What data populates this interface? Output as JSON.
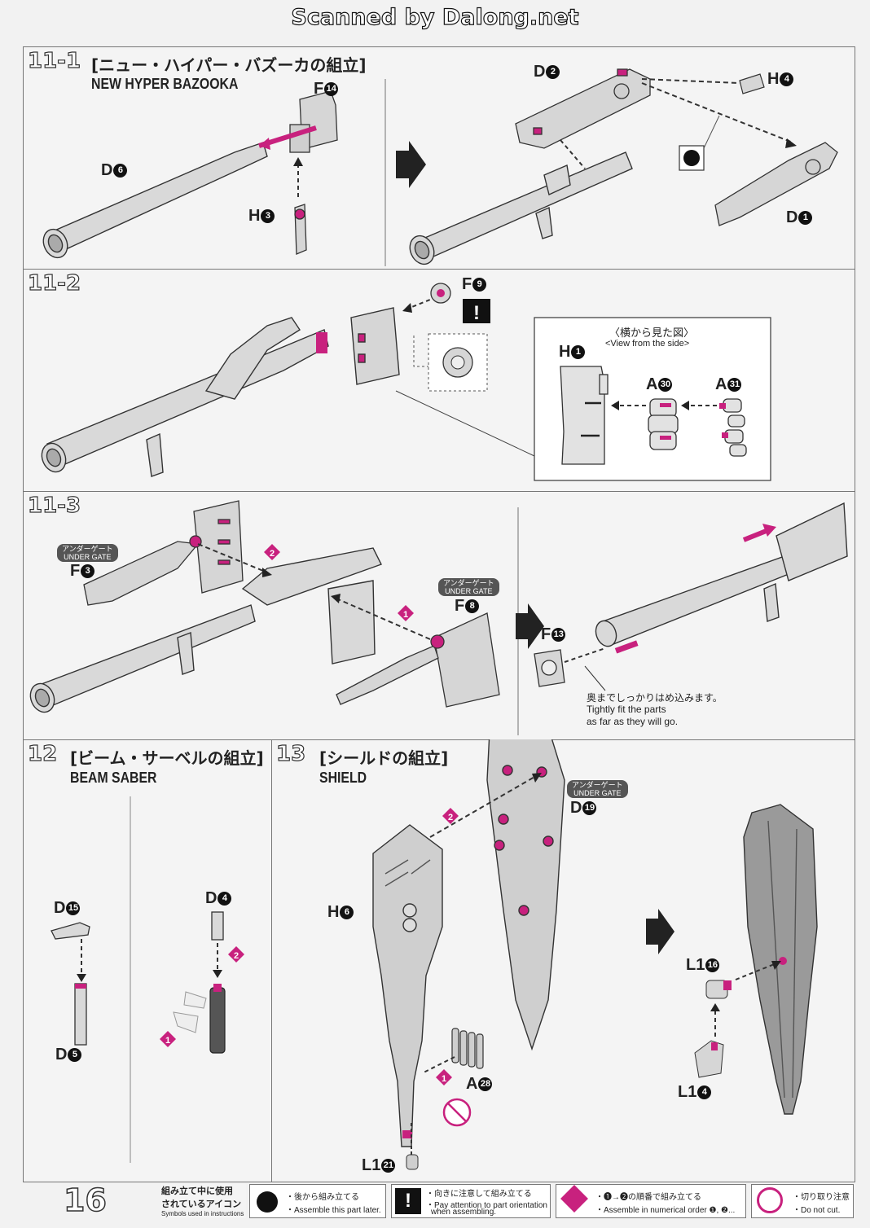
{
  "watermark": "Scanned by Dalong.net",
  "step11_1": {
    "number": "11-1",
    "title_jp": "[ニュー・ハイパー・バズーカの組立]",
    "title_en": "NEW HYPER BAZOOKA",
    "parts": {
      "f14": "F",
      "d6": "D",
      "h3": "H",
      "d2": "D",
      "h4": "H",
      "d1": "D"
    },
    "nums": {
      "f14": "14",
      "d6": "6",
      "h3": "3",
      "d2": "2",
      "h4": "4",
      "d1": "1"
    }
  },
  "step11_2": {
    "number": "11-2",
    "parts": {
      "f9": "F",
      "h1": "H",
      "a30": "A",
      "a31": "A"
    },
    "nums": {
      "f9": "9",
      "h1": "1",
      "a30": "30",
      "a31": "31"
    },
    "side_view_jp": "〈横から見た図〉",
    "side_view_en": "<View from the side>"
  },
  "step11_3": {
    "number": "11-3",
    "under_gate_jp": "アンダーゲート",
    "under_gate_en": "UNDER GATE",
    "parts": {
      "f3": "F",
      "f8": "F",
      "f13": "F"
    },
    "nums": {
      "f3": "3",
      "f8": "8",
      "f13": "13",
      "order1": "1",
      "order2": "2"
    },
    "note_jp": "奥までしっかりはめ込みます。",
    "note_en1": "Tightly fit the parts",
    "note_en2": "as far as they will go."
  },
  "step12": {
    "number": "12",
    "title_jp": "[ビーム・サーベルの組立]",
    "title_en": "BEAM SABER",
    "parts": {
      "d15": "D",
      "d4": "D",
      "d5": "D"
    },
    "nums": {
      "d15": "15",
      "d4": "4",
      "d5": "5",
      "order1": "1",
      "order2": "2"
    }
  },
  "step13": {
    "number": "13",
    "title_jp": "[シールドの組立]",
    "title_en": "SHIELD",
    "under_gate_jp": "アンダーゲート",
    "under_gate_en": "UNDER GATE",
    "parts": {
      "d19": "D",
      "h6": "H",
      "a28": "A",
      "l121": "L1",
      "l116": "L1",
      "l14": "L1"
    },
    "nums": {
      "d19": "19",
      "h6": "6",
      "a28": "28",
      "l121": "21",
      "l116": "16",
      "l14": "4",
      "order1": "1",
      "order2": "2"
    }
  },
  "footer": {
    "page_number": "16",
    "legend_title_1": "組み立て中に使用",
    "legend_title_2": "されているアイコン",
    "legend_title_3": "Symbols used in instructions",
    "later_jp": "・後から組み立てる",
    "later_en": "・Assemble this part later.",
    "attention_jp": "・向きに注意して組み立てる",
    "attention_en1": "・Pay attention to part orientation",
    "attention_en2": "when assembling.",
    "order_jp": "・❶→❷の順番で組み立てる",
    "order_en": "・Assemble in numerical order ❶, ❷...",
    "cut_jp": "・切り取り注意",
    "cut_en": "・Do not cut."
  },
  "colors": {
    "accent": "#c8217e",
    "line": "#555555",
    "part_fill": "#d9d9d9",
    "panel_bg": "#f4f4f4"
  }
}
